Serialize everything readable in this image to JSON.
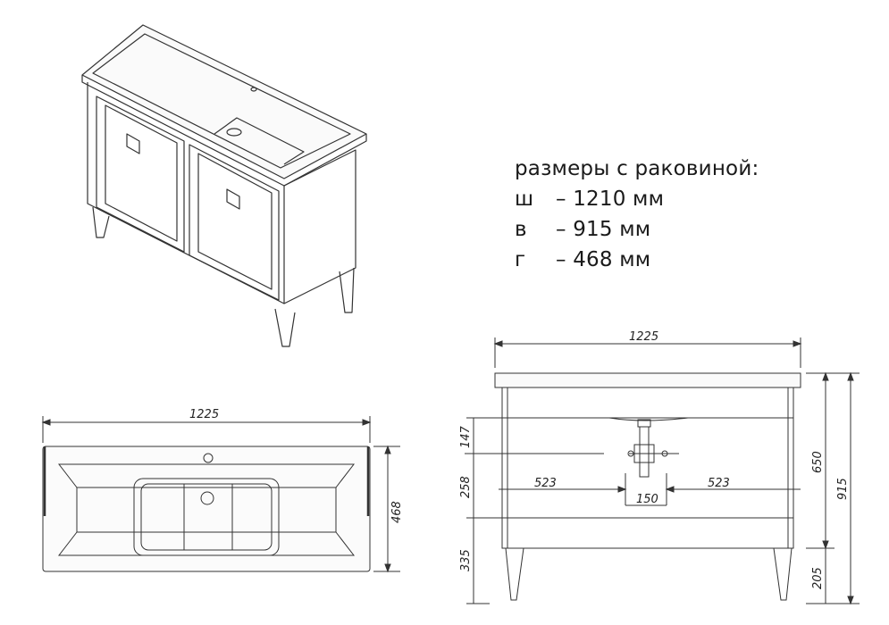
{
  "spec": {
    "heading": "размеры с раковиной:",
    "rows": [
      {
        "key": "ш",
        "value": "– 1210 мм"
      },
      {
        "key": "в",
        "value": "– 915 мм"
      },
      {
        "key": "г",
        "value": "– 468 мм"
      }
    ]
  },
  "top_view": {
    "width_label": "1225",
    "depth_label": "468"
  },
  "front_view": {
    "width_label": "1225",
    "left_dims": [
      "147",
      "258",
      "335"
    ],
    "right_dims": [
      "650",
      "915",
      "205"
    ],
    "offset_left": "523",
    "offset_right": "523",
    "center_gap": "150"
  },
  "colors": {
    "line": "#333333",
    "panel": "#f7f7f7"
  }
}
